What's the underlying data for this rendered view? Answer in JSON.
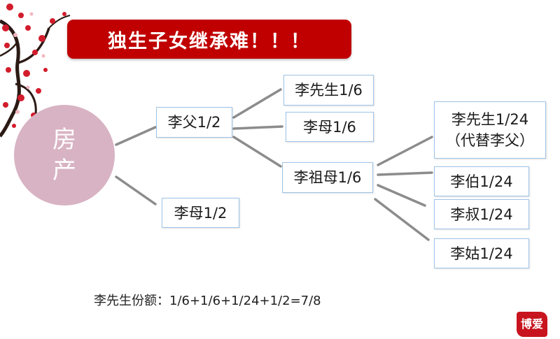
{
  "title": "独生子女继承难！！！",
  "root": {
    "label": "房产"
  },
  "nodes": {
    "father": "李父1/2",
    "mother": "李母1/2",
    "mr_li_1": "李先生1/6",
    "mother_6": "李母1/6",
    "grandmother": "李祖母1/6",
    "mr_li_2": "李先生1/24\n（代替李父）",
    "uncle_elder": "李伯1/24",
    "uncle_younger": "李叔1/24",
    "aunt": "李姑1/24"
  },
  "footnote": "李先生份额：1/6+1/6+1/24+1/2=7/8",
  "seal": {
    "text": "博爱"
  },
  "colors": {
    "banner": "#c00000",
    "root_circle": "#d8b3c3",
    "node_border": "#9dc3e6",
    "connector": "#8c8c8c",
    "seal": "#c8141e"
  }
}
